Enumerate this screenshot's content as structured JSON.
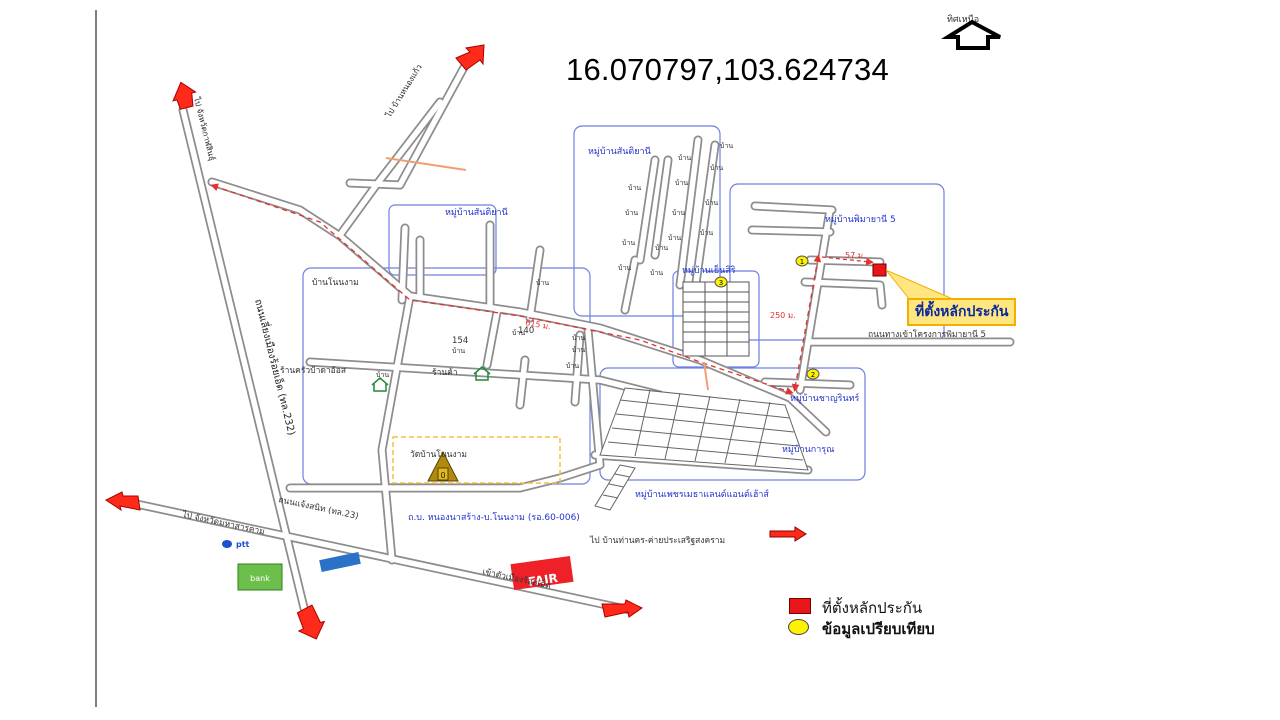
{
  "coordinates": "16.070797,103.624734",
  "north_label": "ทิศเหนือ",
  "labels": {
    "highway_232": "ถนนเลี่ยงเมืองร้อยเอ็ด (ทล.232)",
    "to_mahasarakham": "ไป จังหวัดมหาสารคาม",
    "to_kalasin": "ไป จังหวัดกาฬสินธุ์",
    "to_ban_nong_kaew": "ไป บ้านหนองแก้ว",
    "chaeng_sanit_road": "ถนนแจ้งสนิท (ทล.23)",
    "to_roiet": "เข้าตัวเมืองร้อยเอ็ด",
    "district_road": "ถ.บ. หนองนาสร้าง-บ.โนนงาม (รอ.60-006)",
    "to_ban_tha_khong": "ไป บ้านท่านคร-ค่ายประเสริฐสงคราม",
    "village_santiyani_1": "หมู่บ้านสันติยานี",
    "village_santiyani_2": "หมู่บ้านสันติยานี",
    "village_phimaiyani": "หมู่บ้านพิมายานี 5",
    "village_ruenrom": "หมู่บ้านเย็นสิริ",
    "village_nonngam": "บ้านโนนงาม",
    "village_charin": "หมู่บ้านชาญรินทร์",
    "village_phet": "หมู่บ้านเพชรเมธาแลนด์แอนด์เฮ้าส์",
    "village_karuna": "หมู่บ้านการุณ",
    "project_road": "ถนนทางเข้าโครงการพิมายานี 5",
    "temple": "วัดบ้านโนนงาม",
    "shop1": "ร้านครัวป้าดาอ้อส",
    "shop2": "ร้านค้า",
    "house_num_154": "154",
    "house_num_140": "140",
    "dist_615": "615 ม.",
    "dist_250": "250 ม.",
    "dist_57": "57 ม.",
    "house_mark": "บ้าน",
    "collateral_callout": "ที่ตั้งหลักประกัน"
  },
  "comparables": [
    "1",
    "2",
    "3"
  ],
  "temple_number": "0",
  "brands": {
    "ptt": "ptt",
    "fair": "FAIR",
    "bank": "bank"
  },
  "legend": {
    "collateral": "ที่ตั้งหลักประกัน",
    "comparison": "ข้อมูลเปรียบเทียบ"
  },
  "colors": {
    "road": "#8d8d8d",
    "zone": "#6f7fe0",
    "route": "#e53030",
    "collateral": "#e8161b",
    "comparable": "#fff200",
    "arrow": "#ff2a1a",
    "label_blue": "#2233cc"
  }
}
